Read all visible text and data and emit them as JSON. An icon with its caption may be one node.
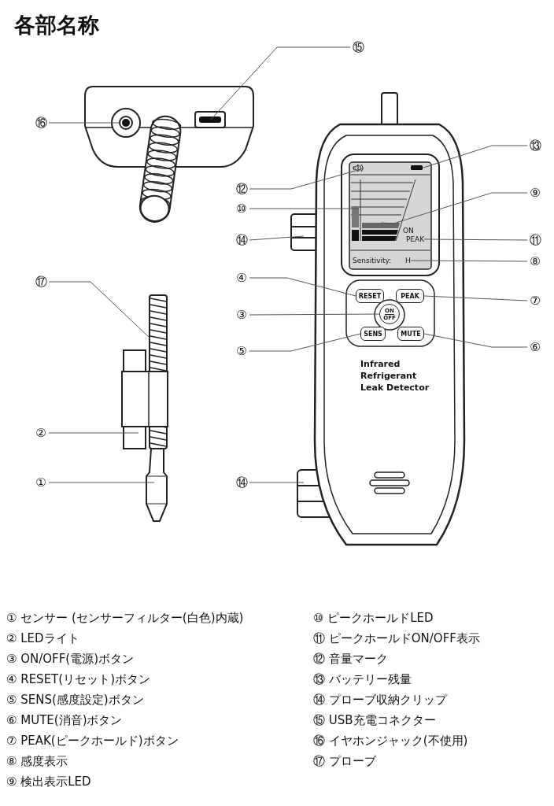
{
  "diagram": {
    "title": "各部名称",
    "nodes": [
      {
        "text": [
          "⑮"
        ]
      },
      {
        "text": [
          "⑯"
        ]
      },
      {
        "text": [
          "⑬"
        ]
      },
      {
        "text": [
          "⑫"
        ]
      },
      {
        "text": [
          "⑨"
        ]
      },
      {
        "text": [
          "⑩"
        ]
      },
      {
        "text": [
          "⑭"
        ]
      },
      {
        "text": [
          "⑪"
        ]
      },
      {
        "text": [
          "PEAK"
        ]
      },
      {
        "text": [
          "⑧"
        ]
      },
      {
        "text": [
          "H"
        ]
      },
      {
        "text": [
          "⑰"
        ]
      },
      {
        "text": [
          "④"
        ]
      },
      {
        "text": [
          "RESET"
        ]
      },
      {
        "text": [
          "PEAK"
        ]
      },
      {
        "text": [
          "⑦"
        ]
      },
      {
        "text": [
          "③"
        ]
      },
      {
        "text": [
          "ON",
          "OFF"
        ]
      },
      {
        "text": [
          "⑤"
        ]
      },
      {
        "text": [
          "SENS"
        ]
      },
      {
        "text": [
          "MUTE"
        ]
      },
      {
        "text": [
          "⑥"
        ]
      },
      {
        "text": [
          "②"
        ]
      },
      {
        "text": [
          "①"
        ]
      },
      {
        "text": [
          "⑭"
        ]
      },
      {
        "text": [],
        "shape": "picture"
      },
      {
        "text": [],
        "shape": "box"
      },
      {
        "text": [],
        "shape": "bar"
      },
      {
        "text": [],
        "shape": "bar"
      }
    ],
    "edges": [
      {
        "from": 0,
        "to": null,
        "arrow": "none"
      },
      {
        "from": 1,
        "to": null,
        "arrow": "none"
      },
      {
        "from": 2,
        "to": 26,
        "arrow": "none"
      },
      {
        "from": 3,
        "to": 25,
        "arrow": "none"
      },
      {
        "from": 4,
        "to": 28,
        "arrow": "none"
      },
      {
        "from": 5,
        "to": 27,
        "arrow": "none"
      },
      {
        "from": 6,
        "to": null,
        "arrow": "none"
      },
      {
        "from": 7,
        "to": 8,
        "arrow": "none"
      },
      {
        "from": 9,
        "to": 10,
        "arrow": "none"
      },
      {
        "from": 11,
        "to": null,
        "arrow": "none"
      },
      {
        "from": 12,
        "to": 13,
        "arrow": "none"
      },
      {
        "from": 15,
        "to": 14,
        "arrow": "none"
      },
      {
        "from": 16,
        "to": 17,
        "arrow": "none"
      },
      {
        "from": 18,
        "to": 19,
        "arrow": "none"
      },
      {
        "from": 21,
        "to": 20,
        "arrow": "none"
      },
      {
        "from": 22,
        "to": null,
        "arrow": "none"
      },
      {
        "from": 23,
        "to": null,
        "arrow": "none"
      },
      {
        "from": 24,
        "to": null,
        "arrow": "none"
      }
    ],
    "labels": [
      "ON",
      "Sensitivity:",
      "Infrared Refrigerant Leak Detector",
      "① センサー (センサーフィルター(白色)内蔵)",
      "② LEDライト",
      "③ ON/OFF(電源)ボタン",
      "④ RESET(リセット)ボタン",
      "⑤ SENS(感度設定)ボタン",
      "⑥ MUTE(消音)ボタン",
      "⑦ PEAK(ピークホールド)ボタン",
      "⑧ 感度表示",
      "⑨ 検出表示LED",
      "⑩ ピークホールドLED",
      "⑪ ピークホールドON/OFF表示",
      "⑫ 音量マーク",
      "⑬ バッテリー残量",
      "⑭ プローブ収納クリップ",
      "⑮ USB充電コネクター",
      "⑯ イヤホンジャック(不使用)",
      "⑰ プローブ"
    ]
  }
}
